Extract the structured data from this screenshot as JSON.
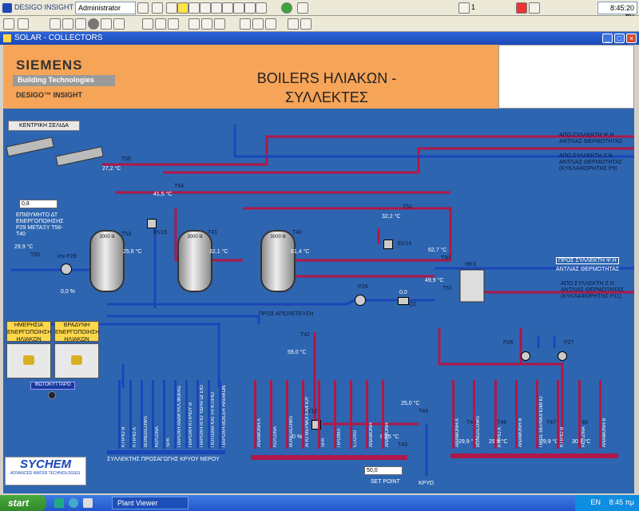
{
  "app": {
    "name": "DESIGO INSIGHT",
    "user": "Administrator",
    "alarm_count": "1",
    "clock": "8:45:20 πμ"
  },
  "window": {
    "title": "SOLAR - COLLECTORS"
  },
  "header": {
    "brand": "SIEMENS",
    "sub_brand": "Building Technologies",
    "product": "DESIGO™ INSIGHT",
    "title_line1": "BOILERS ΗΛΙΑΚΩΝ -",
    "title_line2": "ΣΥΛΛΕΚΤΕΣ"
  },
  "home_button": "ΚΕΝΤΡΙΚΗ ΣΕΛΙΔΑ",
  "sensors": {
    "T56": {
      "name": "T56",
      "value": "27,2 °C"
    },
    "T54": {
      "name": "T54",
      "value": "41,5 °C"
    },
    "T52": {
      "name": "T52",
      "value": "32,2 °C"
    },
    "T53": {
      "name": "T53",
      "value": "25,6 °C"
    },
    "T41": {
      "name": "T41",
      "value": "32,1 °C"
    },
    "T40": {
      "name": "T40",
      "value": "61,4 °C"
    },
    "T50": {
      "name": "T50",
      "value": "62,7 °C"
    },
    "T51": {
      "name": "T51",
      "value": "49,9 °C"
    },
    "T55": {
      "name": "T55",
      "value": "29,9 °C"
    },
    "T42": {
      "name": "T42",
      "value": "59,0 °C"
    },
    "T44": {
      "name": "T44",
      "value": "25,0 °C"
    },
    "T43": {
      "name": "T43",
      "value": "60,5 °C"
    },
    "T45": {
      "name": "T45",
      "value": "29,9 °C"
    },
    "T46": {
      "name": "T46",
      "value": "29,9 °C"
    },
    "T47": {
      "name": "T47",
      "value": "29,9 °C"
    },
    "T48": {
      "name": "T48",
      "value": "30,1 °C"
    }
  },
  "tanks": [
    "3000 lit",
    "3000 lit",
    "3000 lit"
  ],
  "valves": {
    "EV15": "EV15",
    "EV14": "EV14",
    "EV12": "EV12",
    "EV12_pct": "0 %"
  },
  "pumps": {
    "P29": "Inv P29",
    "P29_pct": "0,0 %",
    "P28": "P28",
    "P26": "P26",
    "P27": "P27",
    "Q2": "Q2",
    "Q2_val": "0,0"
  },
  "setpoint": {
    "value": "0,8",
    "label": "ΕΠΙΘΥΜΗΤΟ ΔΤ ΕΝΕΡΓΟΠΟΙΗΣΗΣ P29 ΜΕΤΑΞΥ Τ56-Τ40"
  },
  "set_point_bottom": {
    "value": "50,0",
    "label": "SET POINT"
  },
  "hex_label": "HEX",
  "right_labels": {
    "l1": "ΑΠΟ ΣΥΛΛΕΚΤΗ Ψ.Η",
    "l1b": "ΑΝΤΛΙΑΣ ΘΕΡΜΟΤΗΤΑΣ",
    "l2": "ΑΠΟ ΣΥΛΛΕΚΤΗ Ζ.Ν",
    "l2b": "ΑΝΤΛΙΑΣ ΘΕΡΜΟΤΗΤΑΣ",
    "l2c": "(ΚΥΚΛΑΦΟΡΗΤΗΣ P9)",
    "l3": "ΠΡΟΣ ΣΥΛΛΕΚΤΗ Ψ.Η",
    "l3b": "ΑΝΤΛΙΑΣ ΘΕΡΜΟΤΗΤΑΣ",
    "l4": "ΑΠΟ ΣΥΛΛΕΚΤΗ Ζ.Ν",
    "l4b": "ΑΝΤΛΙΑΣ ΘΕΡΜΟΤΗΤΑΣ",
    "l4c": "(ΚΥΚΛΑΦΟΡΗΤΗΣ P11)"
  },
  "to_drain": "ΠΡΟΣ ΑΠΟΧΕΤΕΥΣΗ",
  "cold_water": "ΚΡΥΟ",
  "buttons": {
    "day": "ΗΜΕΡΗΣΙΑ ΕΝΕΡΓΟΠΟΙΗΣΗ ΗΛΙΑΚΩΝ",
    "night": "ΒΡΑΔΥΝΗ ΕΝΕΡΓΟΠΟΙΗΣΗ ΗΛΙΑΚΩΝ",
    "photocell": "ΦΩΤΟΚΥΤΤΑΡΟ"
  },
  "collectors": {
    "left_title": "ΣΥΛΛΕΚΤΗΣ ΠΡΟΣΑΓΩΓΗΣ ΚΡΥΟΥ ΝΕΡΟΥ",
    "left_branches": [
      "ΚΤΙΡΙΟ Β",
      "ΚΤΙΡΙΟ Α",
      "BUNGALOWS",
      "ΚΟΥΖΙΝΑ",
      "SPA",
      "ΠΑΡΟΧΗ ΑΝΑΚΥΚΛ.ΦΟΡΑΣ",
      "ΠΑΡΟΧΗ ΚΤΙΡΙΟΥ Β",
      "ΠΑΡΟΧΗ ΑΠΟ ΥΔΡΑΓΩΓΕΙΟ",
      "ΠΟΤΙΣΜΑ ΚΑΙ ΤΗ ΚΤΙΡΙΟ",
      "ΠΑΡΟΧΗ BOILER ΗΛΙΑΚΩΝ"
    ],
    "middle_branches": [
      "ΑΝΑΜΟΝΗ Α",
      "ΚΟΥΖΙΝΑ",
      "BUNGALOWS",
      "ΑΠΟ ΘΕΡΜΟΠΟΜΠΟΥ",
      "SPA",
      "ΠΡΟΦΙΛ",
      "ΕΞΟΧΟ",
      "ΑΝΑΜΟΝΗ",
      "ΑΝΑΜΟΝΗ"
    ],
    "right_branches": [
      "ΑΝΑΜΟΝΗ Α",
      "BUNGALOWS",
      "ΚΤΙΡΙΟ Α",
      "ΑΝΑΜΟΝΗ Β",
      "ΠΡΟΣ ΘΕΡΜΟΠΟΜΠΟ",
      "ΚΤΙΡΙΟ Β",
      "ΚΟΥΖΙΝΑ",
      "ΑΝΑΜΟΝΗ Β"
    ]
  },
  "logo": {
    "brand": "SYCHEM",
    "tagline": "ADVANCED WATER TECHNOLOGIES"
  },
  "taskbar": {
    "start": "start",
    "task": "Plant Viewer",
    "lang": "EN",
    "clock": "8:45 πμ"
  },
  "colors": {
    "background": "#2e65b0",
    "hot_pipe": "#b01848",
    "cold_pipe": "#1a46b8",
    "header": "#f6a458"
  }
}
